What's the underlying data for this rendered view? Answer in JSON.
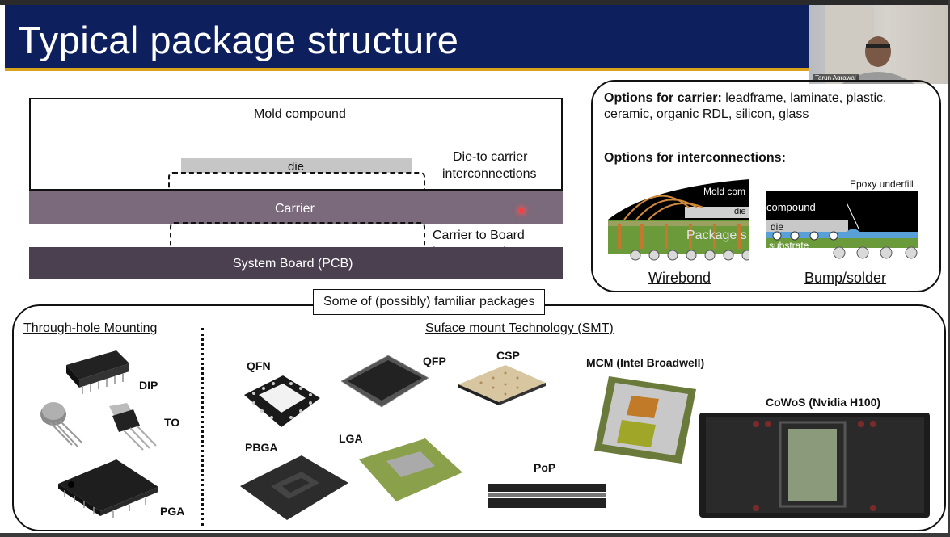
{
  "slide": {
    "title": "Typical package structure"
  },
  "video": {
    "participant_name": "Tarun Agrawal"
  },
  "diagram": {
    "mold": "Mold compound",
    "die": "die",
    "d2c_line1": "Die-to carrier",
    "d2c_line2": "interconnections",
    "carrier": "Carrier",
    "c2b_line1": "Carrier to Board",
    "c2b_line2": "interconnections",
    "board": "System Board (PCB)"
  },
  "options": {
    "carrier_heading": "Options for carrier:",
    "carrier_text1": " leadframe, laminate, plastic,",
    "carrier_text2": "ceramic, organic RDL, silicon, glass",
    "interconn_heading": "Options for interconnections:",
    "wb_mold": "Mold com",
    "wb_die": "die",
    "wb_pkg": "Package s",
    "bs_epoxy": "Epoxy underfill",
    "bs_compound": "compound",
    "bs_die": "die",
    "bs_substrate": "substrate",
    "wirebond": "Wirebond",
    "bump": "Bump/solder"
  },
  "packages": {
    "banner": "Some of (possibly) familiar packages",
    "through_hole": "Through-hole Mounting",
    "smt": "Suface mount Technology (SMT)",
    "dip": "DIP",
    "to": "TO",
    "pga": "PGA",
    "qfn": "QFN",
    "qfp": "QFP",
    "csp": "CSP",
    "mcm": "MCM (Intel Broadwell)",
    "cowos": "CoWoS (Nvidia H100)",
    "pbga": "PBGA",
    "lga": "LGA",
    "pop": "PoP"
  },
  "colors": {
    "title_bg": "#0d1f5c",
    "accent": "#d9a21b",
    "carrier": "#7a6a7c",
    "board": "#4b4050"
  }
}
